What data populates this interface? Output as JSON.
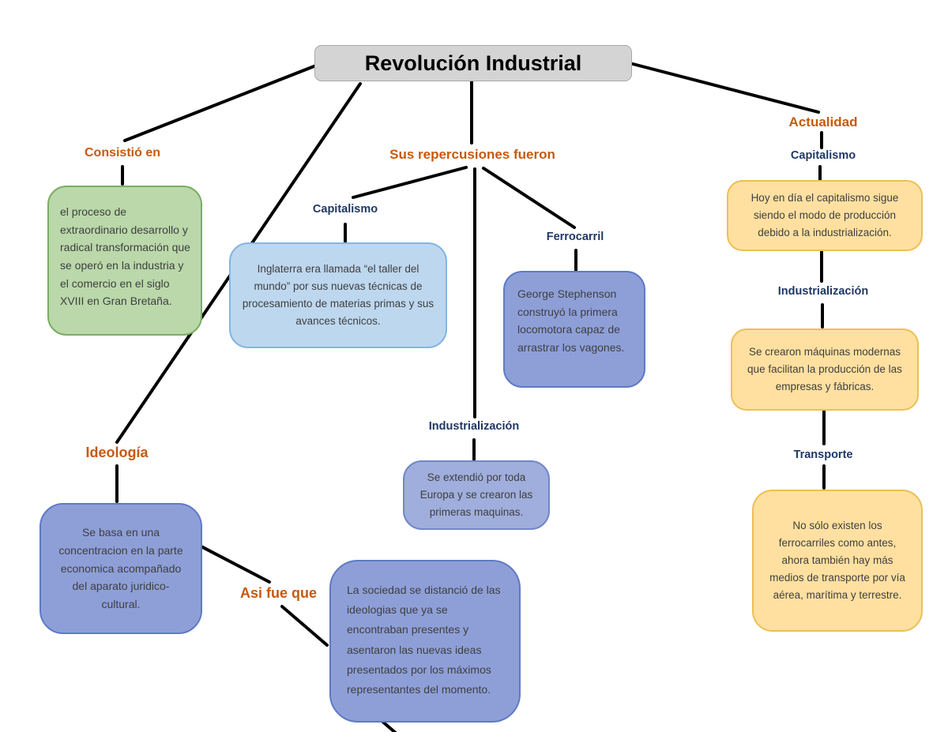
{
  "title": "Revolución Industrial",
  "colors": {
    "title_fill": "#d4d4d4",
    "label_orange": "#C55A11",
    "label_navy": "#1F3864",
    "box_green": "#BAD8AA",
    "box_light_blue": "#BDD7EE",
    "box_periwinkle": "#8E9FD8",
    "box_orange": "#FFE0A0",
    "connector": "#000000"
  },
  "nodes": {
    "consistio": {
      "label": "Consistió en",
      "text": "el proceso de extraordinario desarrollo y radical transformación que se operó en la industria y el comercio en el siglo XVIII en Gran Bretaña."
    },
    "repercusiones": {
      "label": "Sus repercusiones fueron"
    },
    "capitalismo_centro": {
      "label": "Capitalismo",
      "text": "Inglaterra era llamada “el taller del mundo” por sus nuevas técnicas de procesamiento de materias primas y sus avances técnicos."
    },
    "ferrocarril": {
      "label": "Ferrocarril",
      "text": "George Stephenson construyó la primera locomotora capaz de arrastrar los vagones."
    },
    "industrializacion_centro": {
      "label": "Industrialización",
      "text": "Se extendió por toda Europa y se crearon las primeras maquinas."
    },
    "actualidad": {
      "label": "Actualidad"
    },
    "capitalismo_actualidad": {
      "label": "Capitalismo",
      "text": "Hoy en día el capitalismo sigue siendo el modo de producción debido a la industrialización."
    },
    "industrializacion_actualidad": {
      "label": "Industrialización",
      "text": "Se crearon máquinas modernas que facilitan la producción de las empresas y fábricas."
    },
    "transporte": {
      "label": "Transporte",
      "text": "No sólo existen los ferrocarriles como antes, ahora también hay más medios de transporte por vía aérea, marítima y terrestre."
    },
    "ideologia": {
      "label": "Ideología",
      "text": "Se basa en una concentracion en la parte economica acompañado del aparato juridico-cultural."
    },
    "asi_fue_que": {
      "label": "Asi fue que",
      "text": "La sociedad se distanció de las ideologias que ya se encontraban presentes y asentaron las nuevas ideas presentados por los máximos representantes del momento."
    }
  }
}
